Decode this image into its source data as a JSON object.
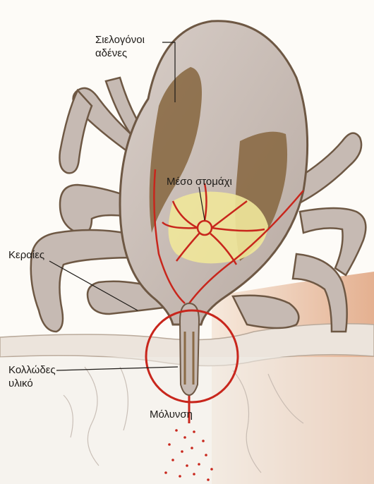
{
  "labels": {
    "salivary_glands_line1": "Σιελογόνοι",
    "salivary_glands_line2": "αδένες",
    "midgut": "Μέσο στομάχι",
    "antennae": "Κεραίες",
    "cement_line1": "Κολλώδες",
    "cement_line2": "υλικό",
    "infection": "Μόλυνση"
  },
  "colors": {
    "body_fill": "#c9bdb6",
    "outline": "#6e5844",
    "gland": "#8a6a45",
    "midgut_yellow": "#efe79a",
    "canal_red": "#c8261c",
    "skin_tan": "#e3b08d"
  }
}
